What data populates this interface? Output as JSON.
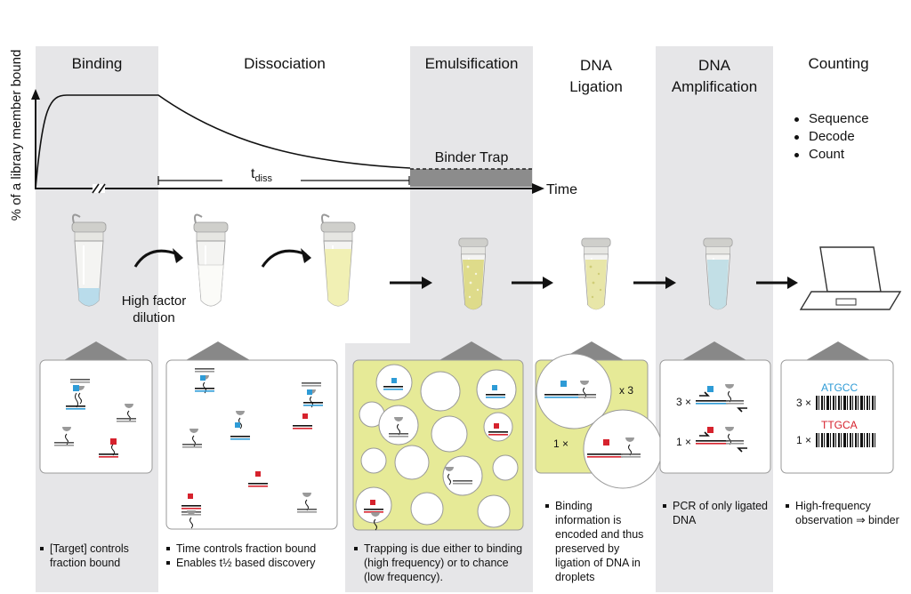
{
  "colors": {
    "blue": "#2e9bd6",
    "red": "#d6222d",
    "yellow": "#e6ea97",
    "panel_gray": "#e6e6e8",
    "dark": "#111111"
  },
  "y_axis_label": "% of a library member bound",
  "x_axis_label": "Time",
  "t_diss": {
    "main": "t",
    "sub": "diss"
  },
  "binder_trap": "Binder Trap",
  "stages": {
    "binding": "Binding",
    "dissociation": "Dissociation",
    "emulsification": "Emulsification",
    "ligation": [
      "DNA",
      "Ligation"
    ],
    "amplification": [
      "DNA",
      "Amplification"
    ],
    "counting": "Counting"
  },
  "dilution_label": [
    "High factor",
    "dilution"
  ],
  "counting_steps": [
    "Sequence",
    "Decode",
    "Count"
  ],
  "ligation_panel": {
    "top_mult": "x 3",
    "bottom_mult": "1 ×"
  },
  "amplification_panel": {
    "top_mult": "3 ×",
    "bottom_mult": "1 ×"
  },
  "counting_panel": {
    "seq1": "ATGCC",
    "seq2": "TTGCA",
    "mult1": "3 ×",
    "mult2": "1 ×"
  },
  "captions": {
    "binding": [
      "[Target] controls fraction bound"
    ],
    "dissociation": [
      "Time controls fraction bound",
      "Enables t½ based discovery"
    ],
    "emulsification": [
      "Trapping is due either to binding (high frequency) or to chance (low frequency)."
    ],
    "ligation": [
      "Binding information is encoded and thus preserved by ligation of DNA in droplets"
    ],
    "amplification": [
      "PCR of only ligated DNA"
    ],
    "counting": [
      "High-frequency observation ⇒ binder"
    ]
  }
}
